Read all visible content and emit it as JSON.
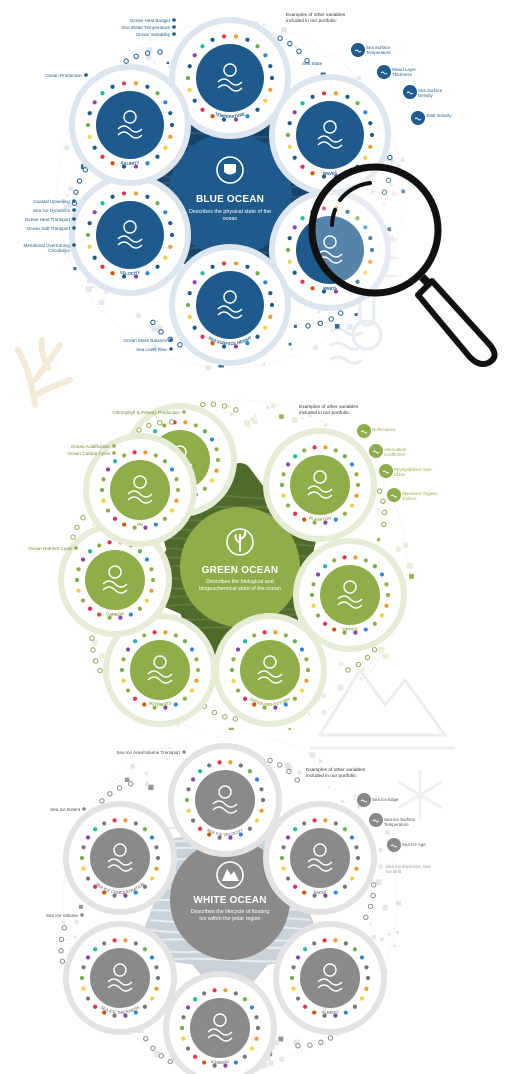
{
  "panels": [
    {
      "id": "blue",
      "center_title": "BLUE OCEAN",
      "center_desc": "Describes the physical state of the ocean",
      "colors": {
        "main": "#1e5a8c",
        "ring": "#dde6ef",
        "dot": "#1e5a8c",
        "light": "#eef3f8"
      },
      "outer_labels": [
        "Ocean Heat Budget",
        "Sea Water Temperature",
        "Ocean Variability",
        "Ocean Production",
        "Coastal Upwelling",
        "Sea Ice Dynamics",
        "Ocean Heat Transport",
        "Ocean Salt Transport",
        "Meridional Overturning Circulation",
        "Ocean Mass Balance",
        "Sea Level Rise"
      ],
      "example_head": "Examples of other variables included in our portfolio:",
      "examples": [
        "Sea Surface Temperature",
        "Mixed Layer Thickness",
        "Sea Surface Density",
        "Total Velocity"
      ],
      "node_labels": [
        "TEMPERATURE",
        "WAVES",
        "WINDS",
        "SEA SURFACE HEIGHT",
        "VELOCITY",
        "SALINITY"
      ],
      "node_badge": "Sea State"
    },
    {
      "id": "green",
      "center_title": "GREEN OCEAN",
      "center_desc": "Describes the biological and biogeochemical state of the ocean",
      "colors": {
        "main": "#8fae4a",
        "ring": "#e6edd6",
        "dot": "#8fae4a",
        "light": "#f2f6ea"
      },
      "outer_labels": [
        "Chlorophyll & Primary Production",
        "Ocean Acidification",
        "Ocean Carbon Cycle",
        "Ocean Nutrient Cycle"
      ],
      "example_head": "Examples of other variables included in our portfolio:",
      "examples": [
        "Reflectance",
        "Attenuation Coefficient",
        "Phytoplankton Size Class",
        "Dissolved Organic Carbon"
      ],
      "node_labels": [
        "CHLOROPHYLL",
        "PLANKTON",
        "OPTICS",
        "DISSOLVED OXYGEN",
        "NUTRIENTS",
        "CARBON",
        "PH"
      ]
    },
    {
      "id": "white",
      "center_title": "WHITE OCEAN",
      "center_desc": "Describes the lifecycle of floating ice within the polar region",
      "colors": {
        "main": "#8a8a8a",
        "ring": "#e3e3e5",
        "dot": "#777777",
        "light": "#f1f1f3"
      },
      "outer_labels": [
        "Sea Ice Area/Volume Transport",
        "Sea Ice Extent",
        "Sea Ice Volume"
      ],
      "example_head": "Examples of other variables included in our portfolio:",
      "examples": [
        "Sea Ice Edge",
        "Sea Ice Surface Temperature",
        "Sea Ice Age"
      ],
      "note": "Sea Ice thickness, Sea Ice Drift",
      "node_labels": [
        "SEA ICE VELOCITY",
        "SNOW",
        "ALBEDO",
        "ICEBERG",
        "SEA ICE THICKNESS",
        "SEA ICE CONCENTRATION"
      ]
    }
  ],
  "accent_colors": [
    "#e2334a",
    "#f29a2e",
    "#f4d03f",
    "#6ab04c",
    "#2e86de",
    "#8e44ad",
    "#1abc9c",
    "#d35400"
  ],
  "icons": {
    "blue_center": "ocean-logo-icon",
    "green_center": "seaweed-logo-icon",
    "white_center": "iceberg-logo-icon",
    "magnifier": "magnifying-glass-icon",
    "coral": "coral-icon",
    "thermometer": "thermometer-icon",
    "mountains": "mountain-icon",
    "snowflake": "snowflake-icon"
  }
}
